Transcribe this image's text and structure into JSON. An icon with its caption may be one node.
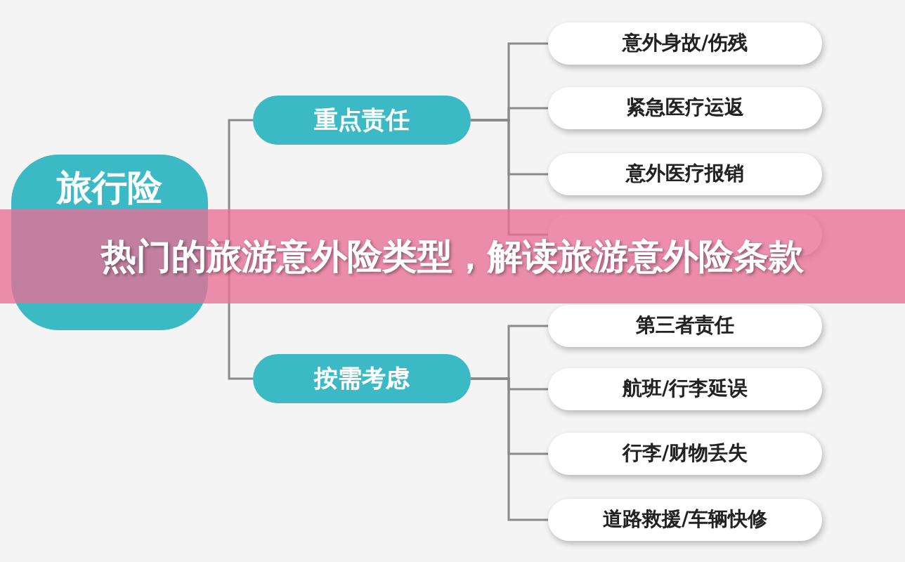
{
  "diagram": {
    "title": "热门的旅游意外险类型，解读旅游意外险条款",
    "nodes": [
      {
        "text": [
          "旅行险"
        ]
      },
      {
        "text": [
          "重点责任"
        ]
      },
      {
        "text": [
          "按需考虑"
        ]
      },
      {
        "text": [
          "意外身故/伤残"
        ]
      },
      {
        "text": [
          "紧急医疗运返"
        ]
      },
      {
        "text": [
          "意外医疗报销"
        ]
      },
      {
        "text": [],
        "shape": "box"
      },
      {
        "text": [
          "第三者责任"
        ]
      },
      {
        "text": [
          "航班/行李延误"
        ]
      },
      {
        "text": [
          "行李/财物丢失"
        ]
      },
      {
        "text": [
          "道路救援/车辆快修"
        ]
      }
    ],
    "edges": [
      {
        "from": 0,
        "to": 1,
        "arrow": "none"
      },
      {
        "from": 0,
        "to": 2,
        "arrow": "none"
      },
      {
        "from": 1,
        "to": 3,
        "arrow": "none"
      },
      {
        "from": 1,
        "to": 4,
        "arrow": "none"
      },
      {
        "from": 1,
        "to": 5,
        "arrow": "none"
      },
      {
        "from": 1,
        "to": 6,
        "arrow": "none"
      },
      {
        "from": 2,
        "to": 7,
        "arrow": "none"
      },
      {
        "from": 2,
        "to": 8,
        "arrow": "none"
      },
      {
        "from": 2,
        "to": 9,
        "arrow": "none"
      },
      {
        "from": 2,
        "to": 10,
        "arrow": "none"
      }
    ]
  }
}
